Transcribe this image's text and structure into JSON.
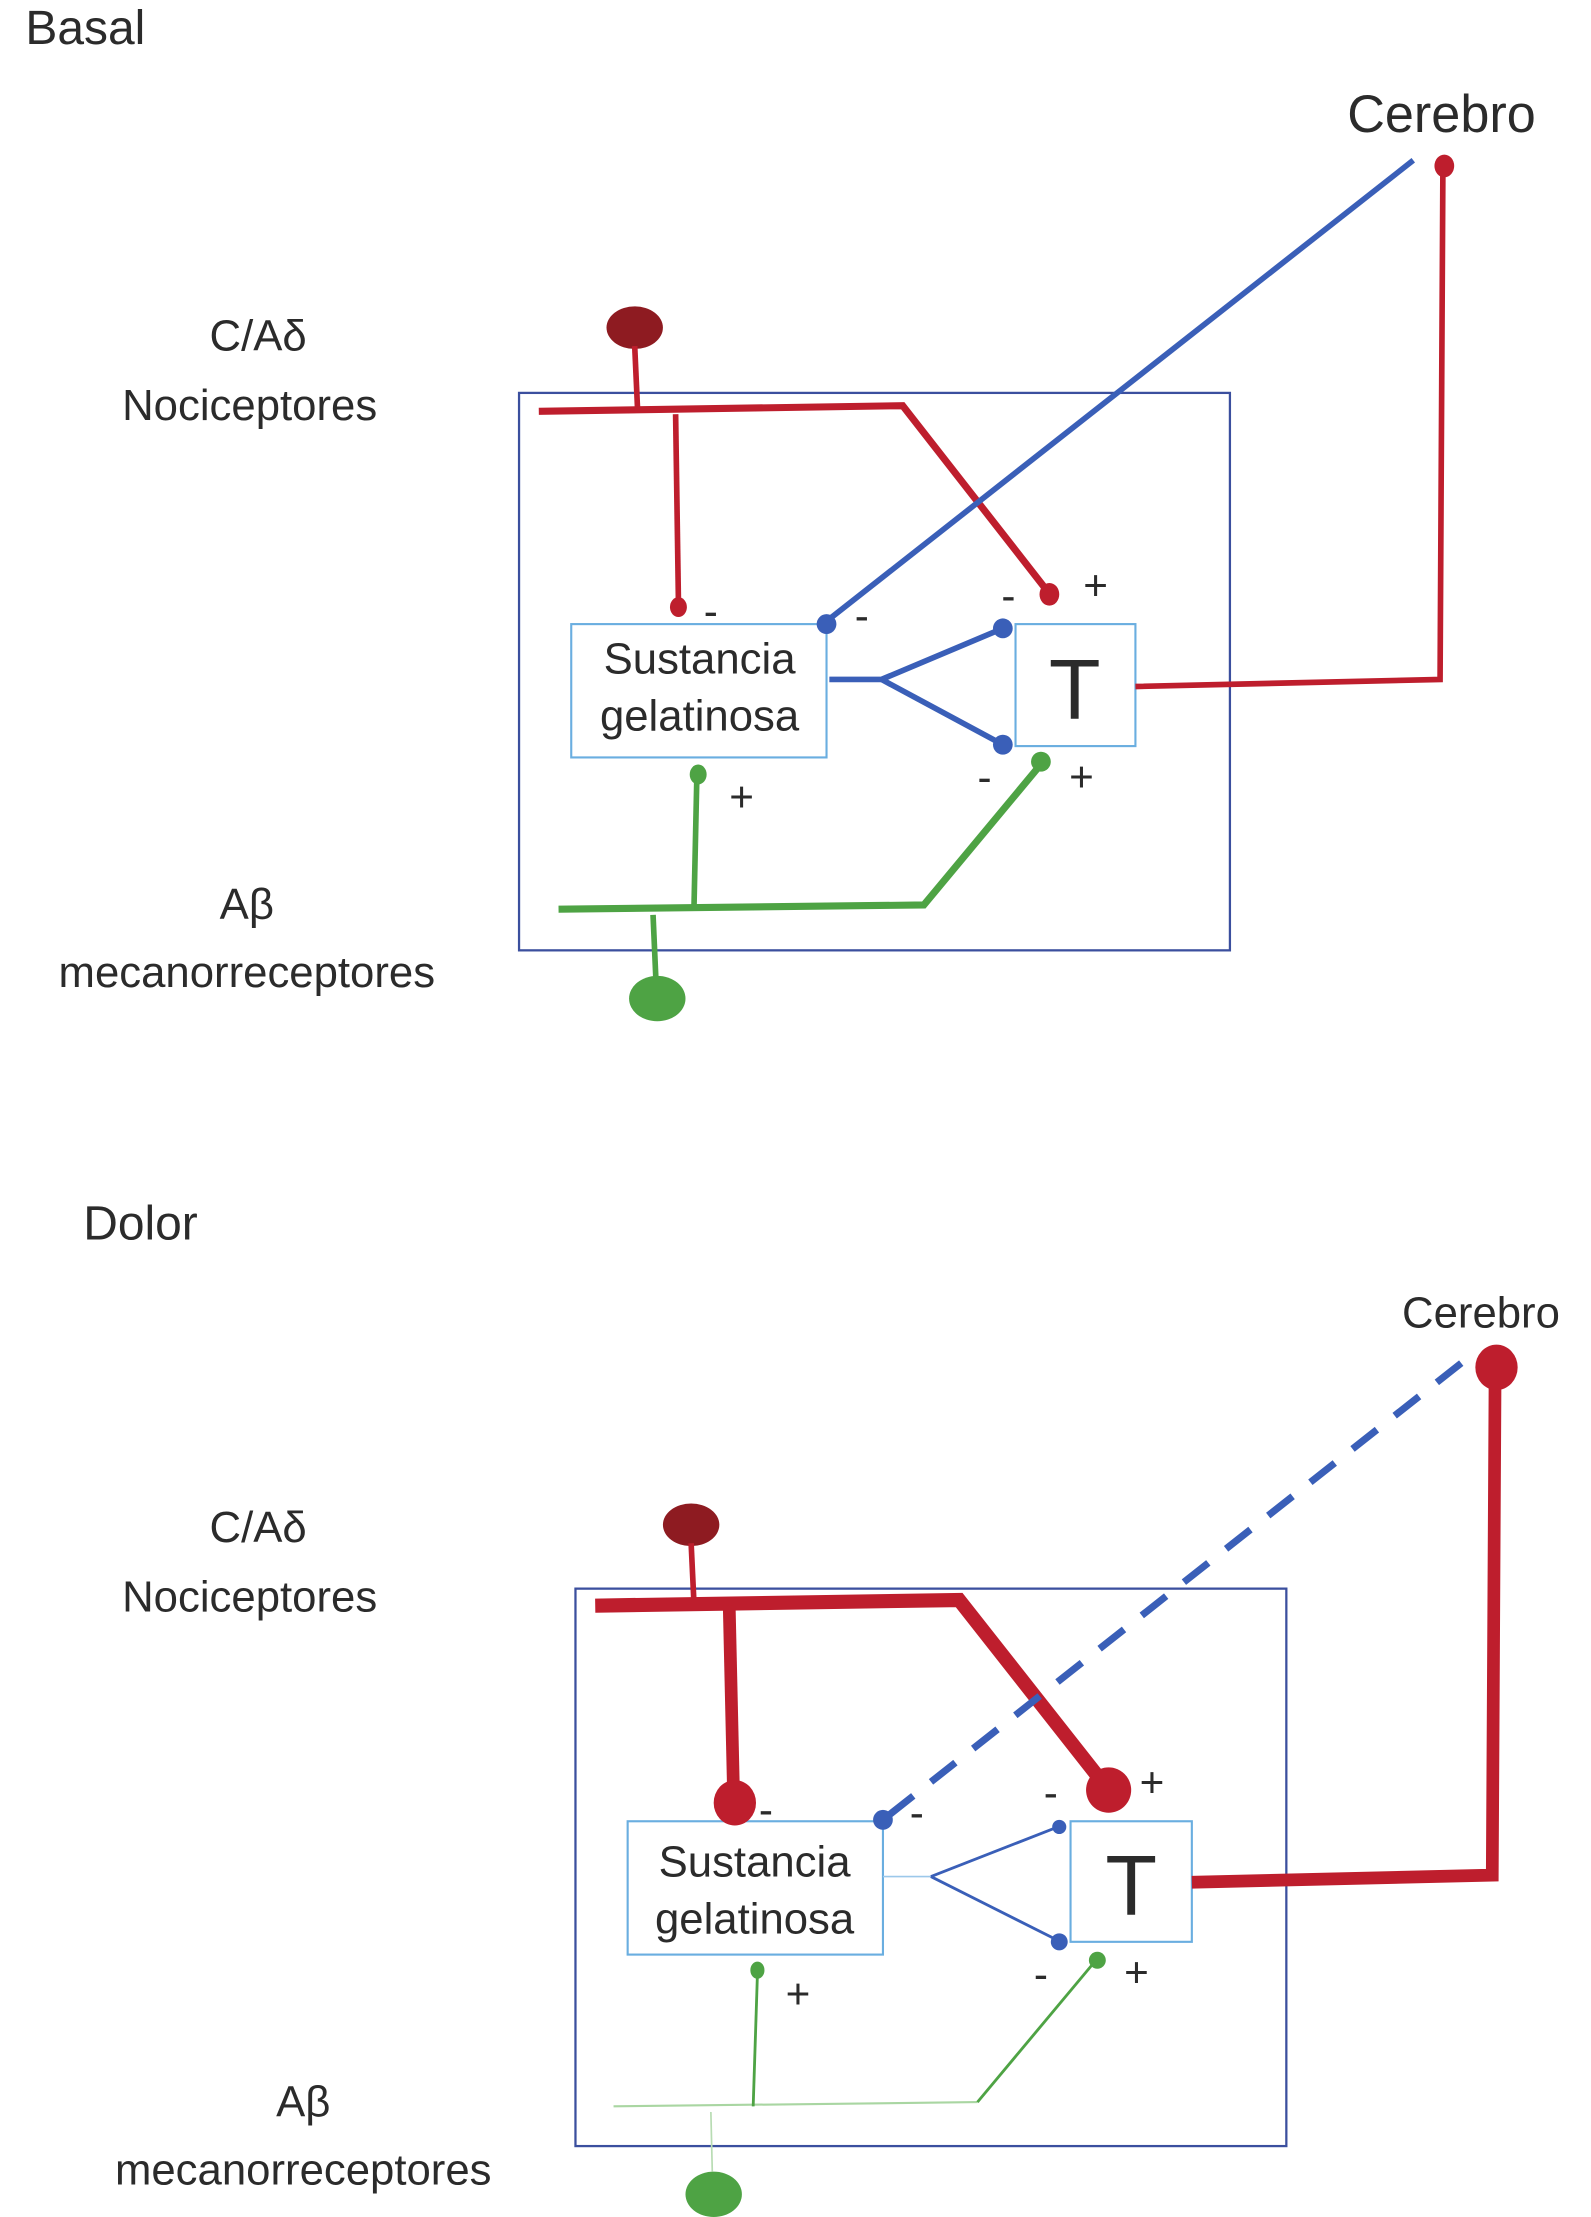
{
  "figure": {
    "colors": {
      "nociceptor": "#be1e2d",
      "nociceptor_soma": "#8e1b21",
      "inhibitory": "#3a5fb8",
      "mechanoreceptor": "#4ea344",
      "frame": "#3b4f9e",
      "box": "#6aaee0",
      "text": "#2b2b2b"
    },
    "panels": [
      {
        "title": "Basal",
        "brain_label": "Cerebro",
        "nociceptor_label_line1": "C/Aδ",
        "nociceptor_label_line2": "Nociceptores",
        "mechanoreceptor_label_line1": "Aβ",
        "mechanoreceptor_label_line2": "mecanorreceptores",
        "sg_label_line1": "Sustancia",
        "sg_label_line2": "gelatinosa",
        "t_label": "T",
        "signs": {
          "noci_to_sg": "-",
          "brain_to_sg": "-",
          "sg_to_t_top": "-",
          "noci_to_t": "+",
          "mech_to_sg": "+",
          "sg_to_t_bottom": "-",
          "mech_to_t": "+"
        },
        "state": {
          "nociceptor_activity": "normal",
          "mechanoreceptor_activity": "normal",
          "descending_inhibition": "active",
          "t_output": "normal"
        }
      },
      {
        "title": "Dolor",
        "brain_label": "Cerebro",
        "nociceptor_label_line1": "C/Aδ",
        "nociceptor_label_line2": "Nociceptores",
        "mechanoreceptor_label_line1": "Aβ",
        "mechanoreceptor_label_line2": "mecanorreceptores",
        "sg_label_line1": "Sustancia",
        "sg_label_line2": "gelatinosa",
        "t_label": "T",
        "signs": {
          "noci_to_sg": "-",
          "brain_to_sg": "-",
          "sg_to_t_top": "-",
          "noci_to_t": "+",
          "mech_to_sg": "+",
          "sg_to_t_bottom": "-",
          "mech_to_t": "+"
        },
        "state": {
          "nociceptor_activity": "increased",
          "mechanoreceptor_activity": "reduced",
          "descending_inhibition": "reduced (dashed)",
          "t_output": "increased"
        }
      }
    ]
  }
}
